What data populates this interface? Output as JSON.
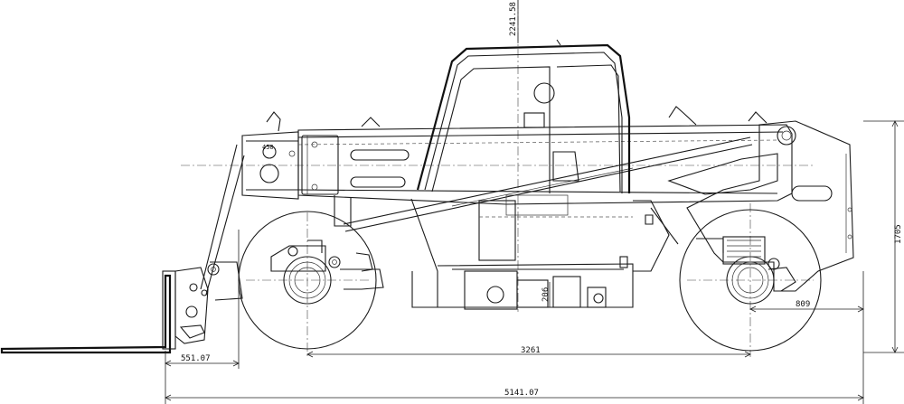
{
  "drawing": {
    "dimensions": {
      "overall_height": "2241.58",
      "cab_height": "1705",
      "fork_overhang": "551.07",
      "wheelbase": "3261",
      "rear_overhang": "809",
      "overall_length": "5141.07",
      "frame_height": "206",
      "boom_note": "450"
    }
  }
}
